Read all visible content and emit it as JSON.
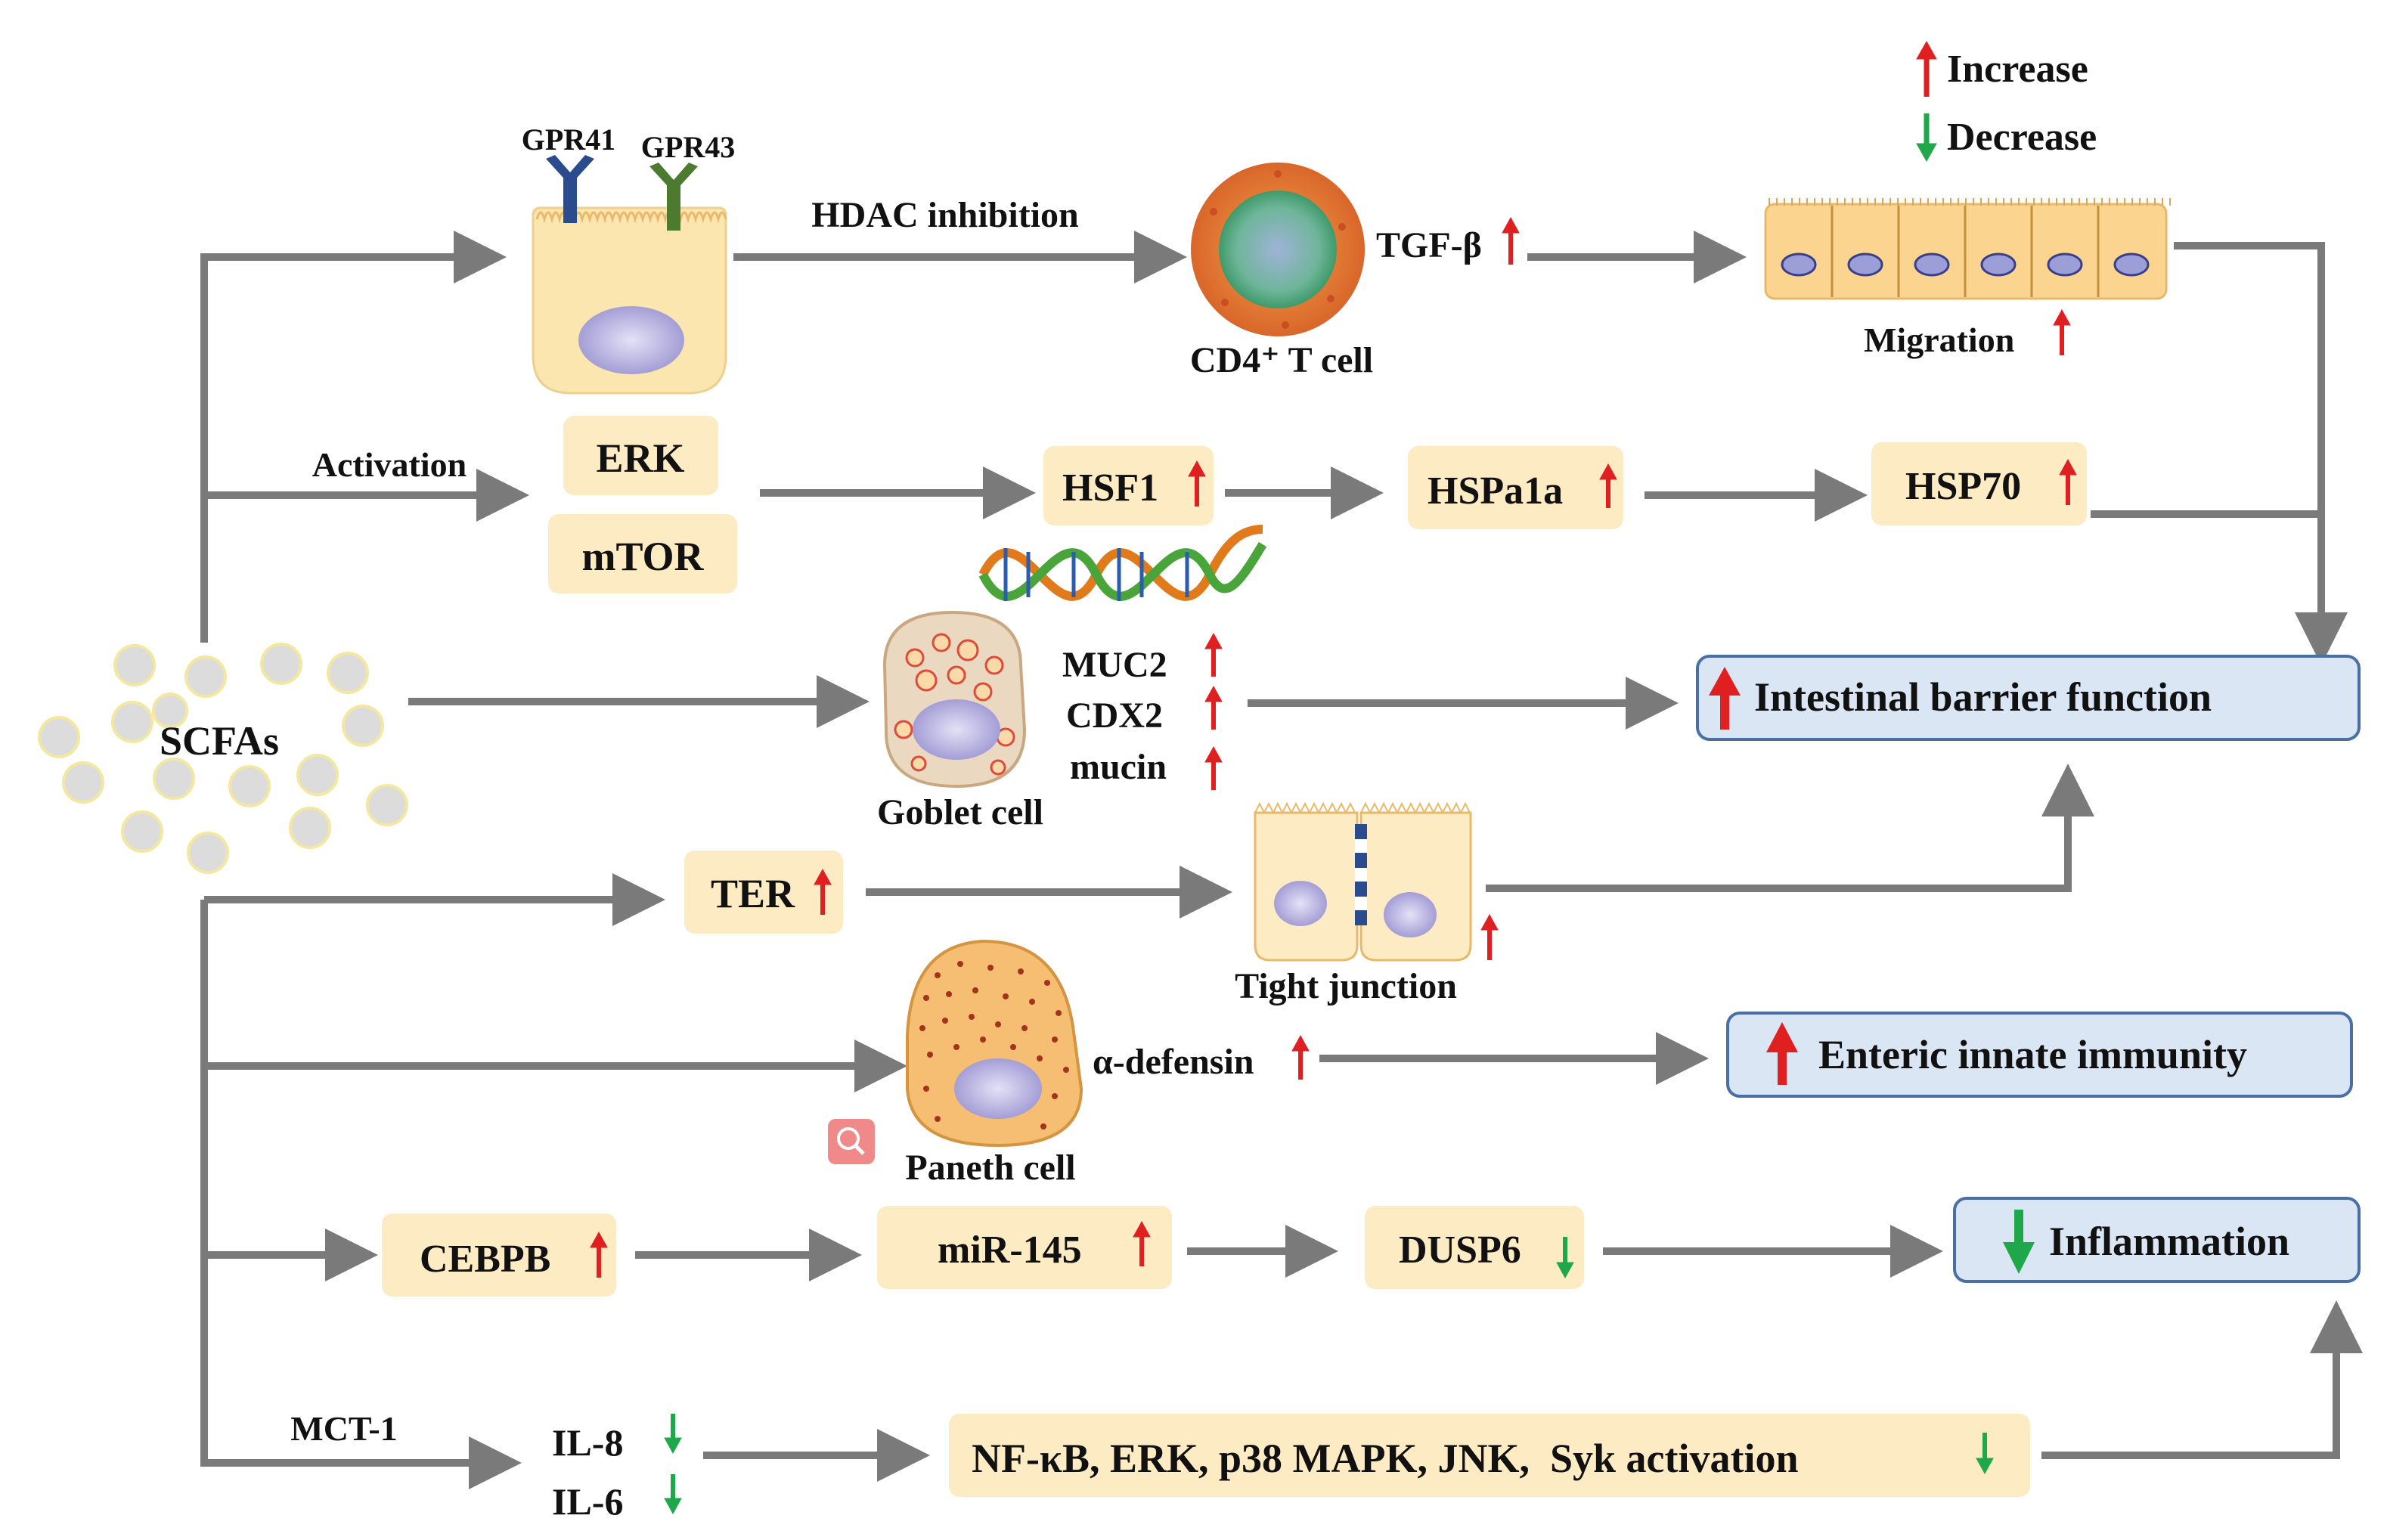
{
  "legend": {
    "increase": "Increase",
    "decrease": "Decrease",
    "increase_color": "#e02020",
    "decrease_color": "#1fa84a"
  },
  "source": {
    "label": "SCFAs"
  },
  "receptors": {
    "gpr41": "GPR41",
    "gpr43": "GPR43"
  },
  "row1": {
    "edge_label": "HDAC inhibition",
    "tcell_label": "CD4⁺ T cell",
    "tgf": "TGF-β",
    "migration": "Migration"
  },
  "row2": {
    "edge_label": "Activation",
    "erk": "ERK",
    "mtor": "mTOR",
    "hsf1": "HSF1",
    "hspa1a": "HSPa1a",
    "hsp70": "HSP70"
  },
  "row3": {
    "goblet_label": "Goblet cell",
    "markers": [
      "MUC2",
      "CDX2",
      "mucin"
    ]
  },
  "row4": {
    "ter": "TER",
    "tight_junction": "Tight junction"
  },
  "row5": {
    "defensin": "α-defensin",
    "paneth_label": "Paneth cell"
  },
  "row6": {
    "cebpb": "CEBPB",
    "mir145": "miR-145",
    "dusp6": "DUSP6"
  },
  "row7": {
    "edge_label": "MCT-1",
    "il8": "IL-8",
    "il6": "IL-6",
    "pathways": "NF-κB, ERK, p38 MAPK, JNK,  Syk activation"
  },
  "outcomes": {
    "barrier": "Intestinal barrier function",
    "immunity": "Enteric innate immunity",
    "inflammation": "Inflammation"
  },
  "colors": {
    "arrow": "#7a7a7a",
    "box_fill": "#fdebc4",
    "outcome_fill": "#dbe6f5",
    "outcome_stroke": "#4a6fa5",
    "cell_fill": "#fbe6b0",
    "nucleus": "#b9b3e0"
  }
}
